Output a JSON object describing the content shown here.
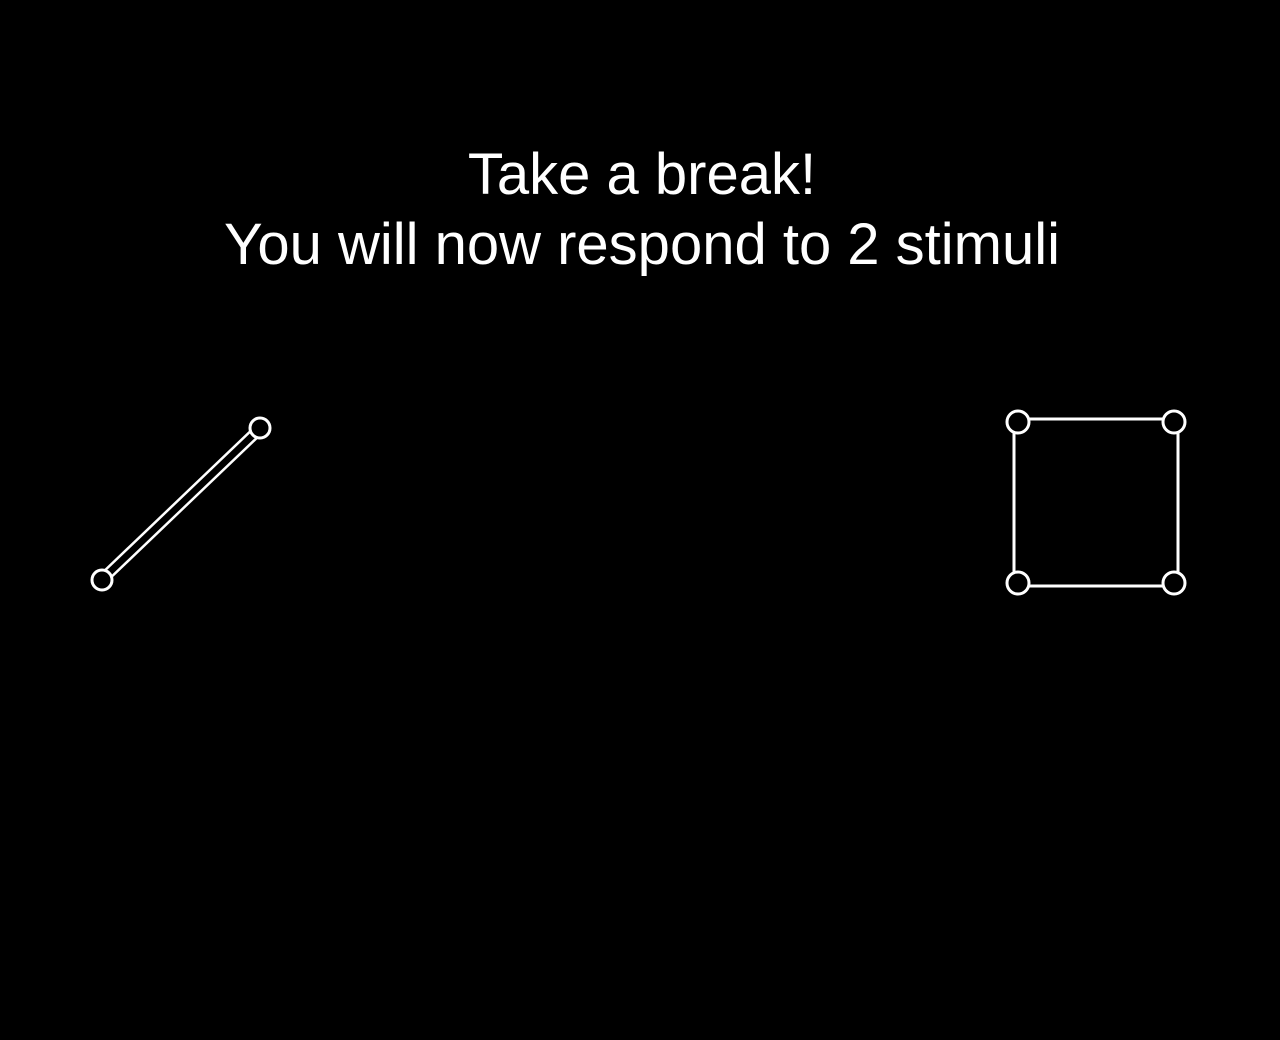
{
  "message": {
    "title": "Take a break!",
    "instruction": "You will now respond to 2 stimuli"
  },
  "stimuli": [
    {
      "shape": "line-segment",
      "vertex_count": 2
    },
    {
      "shape": "square",
      "vertex_count": 4
    }
  ],
  "colors": {
    "background": "#000000",
    "foreground": "#ffffff"
  }
}
